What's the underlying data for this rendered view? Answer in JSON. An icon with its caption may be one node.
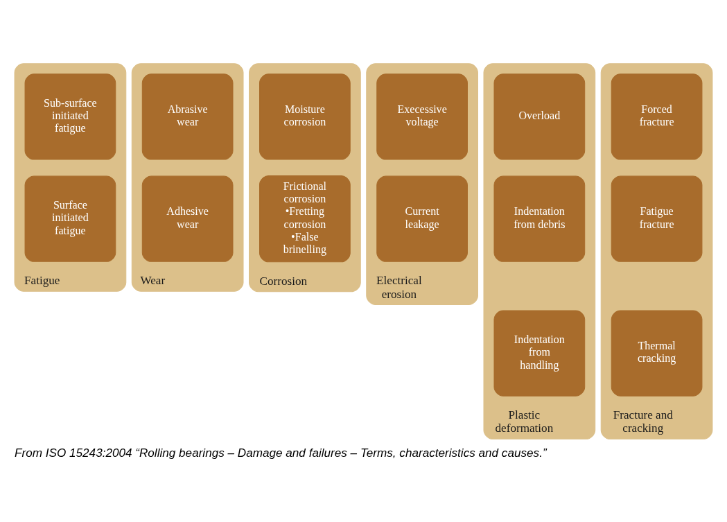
{
  "diagram": {
    "caption": "From ISO 15243:2004 “Rolling bearings – Damage and failures – Terms, characteristics and causes.”",
    "nodes": [
      {
        "text": [
          "Fatigue"
        ]
      },
      {
        "text": [
          "Sub-surface initiated fatigue"
        ],
        "in": 0
      },
      {
        "text": [
          "Surface initiated fatigue"
        ],
        "in": 0
      },
      {
        "text": [
          "Wear"
        ]
      },
      {
        "text": [
          "Abrasive wear"
        ],
        "in": 3
      },
      {
        "text": [
          "Adhesive wear"
        ],
        "in": 3
      },
      {
        "text": [
          "Corrosion"
        ]
      },
      {
        "text": [
          "Moisture corrosion"
        ],
        "in": 6
      },
      {
        "text": [
          "Frictional corrosion",
          "•Fretting corrosion",
          "•False brinelling"
        ],
        "in": 6
      },
      {
        "text": [
          "Electrical erosion"
        ]
      },
      {
        "text": [
          "Execessive voltage"
        ],
        "in": 9
      },
      {
        "text": [
          "Current leakage"
        ],
        "in": 9
      },
      {
        "text": [
          "Plastic deformation"
        ]
      },
      {
        "text": [
          "Overload"
        ],
        "in": 12
      },
      {
        "text": [
          "Indentation from debris"
        ],
        "in": 12
      },
      {
        "text": [
          "Indentation from handling"
        ],
        "in": 12
      },
      {
        "text": [
          "Fracture and cracking"
        ]
      },
      {
        "text": [
          "Forced fracture"
        ],
        "in": 16
      },
      {
        "text": [
          "Fatigue fracture"
        ],
        "in": 16
      },
      {
        "text": [
          "Thermal cracking"
        ],
        "in": 16
      }
    ]
  }
}
